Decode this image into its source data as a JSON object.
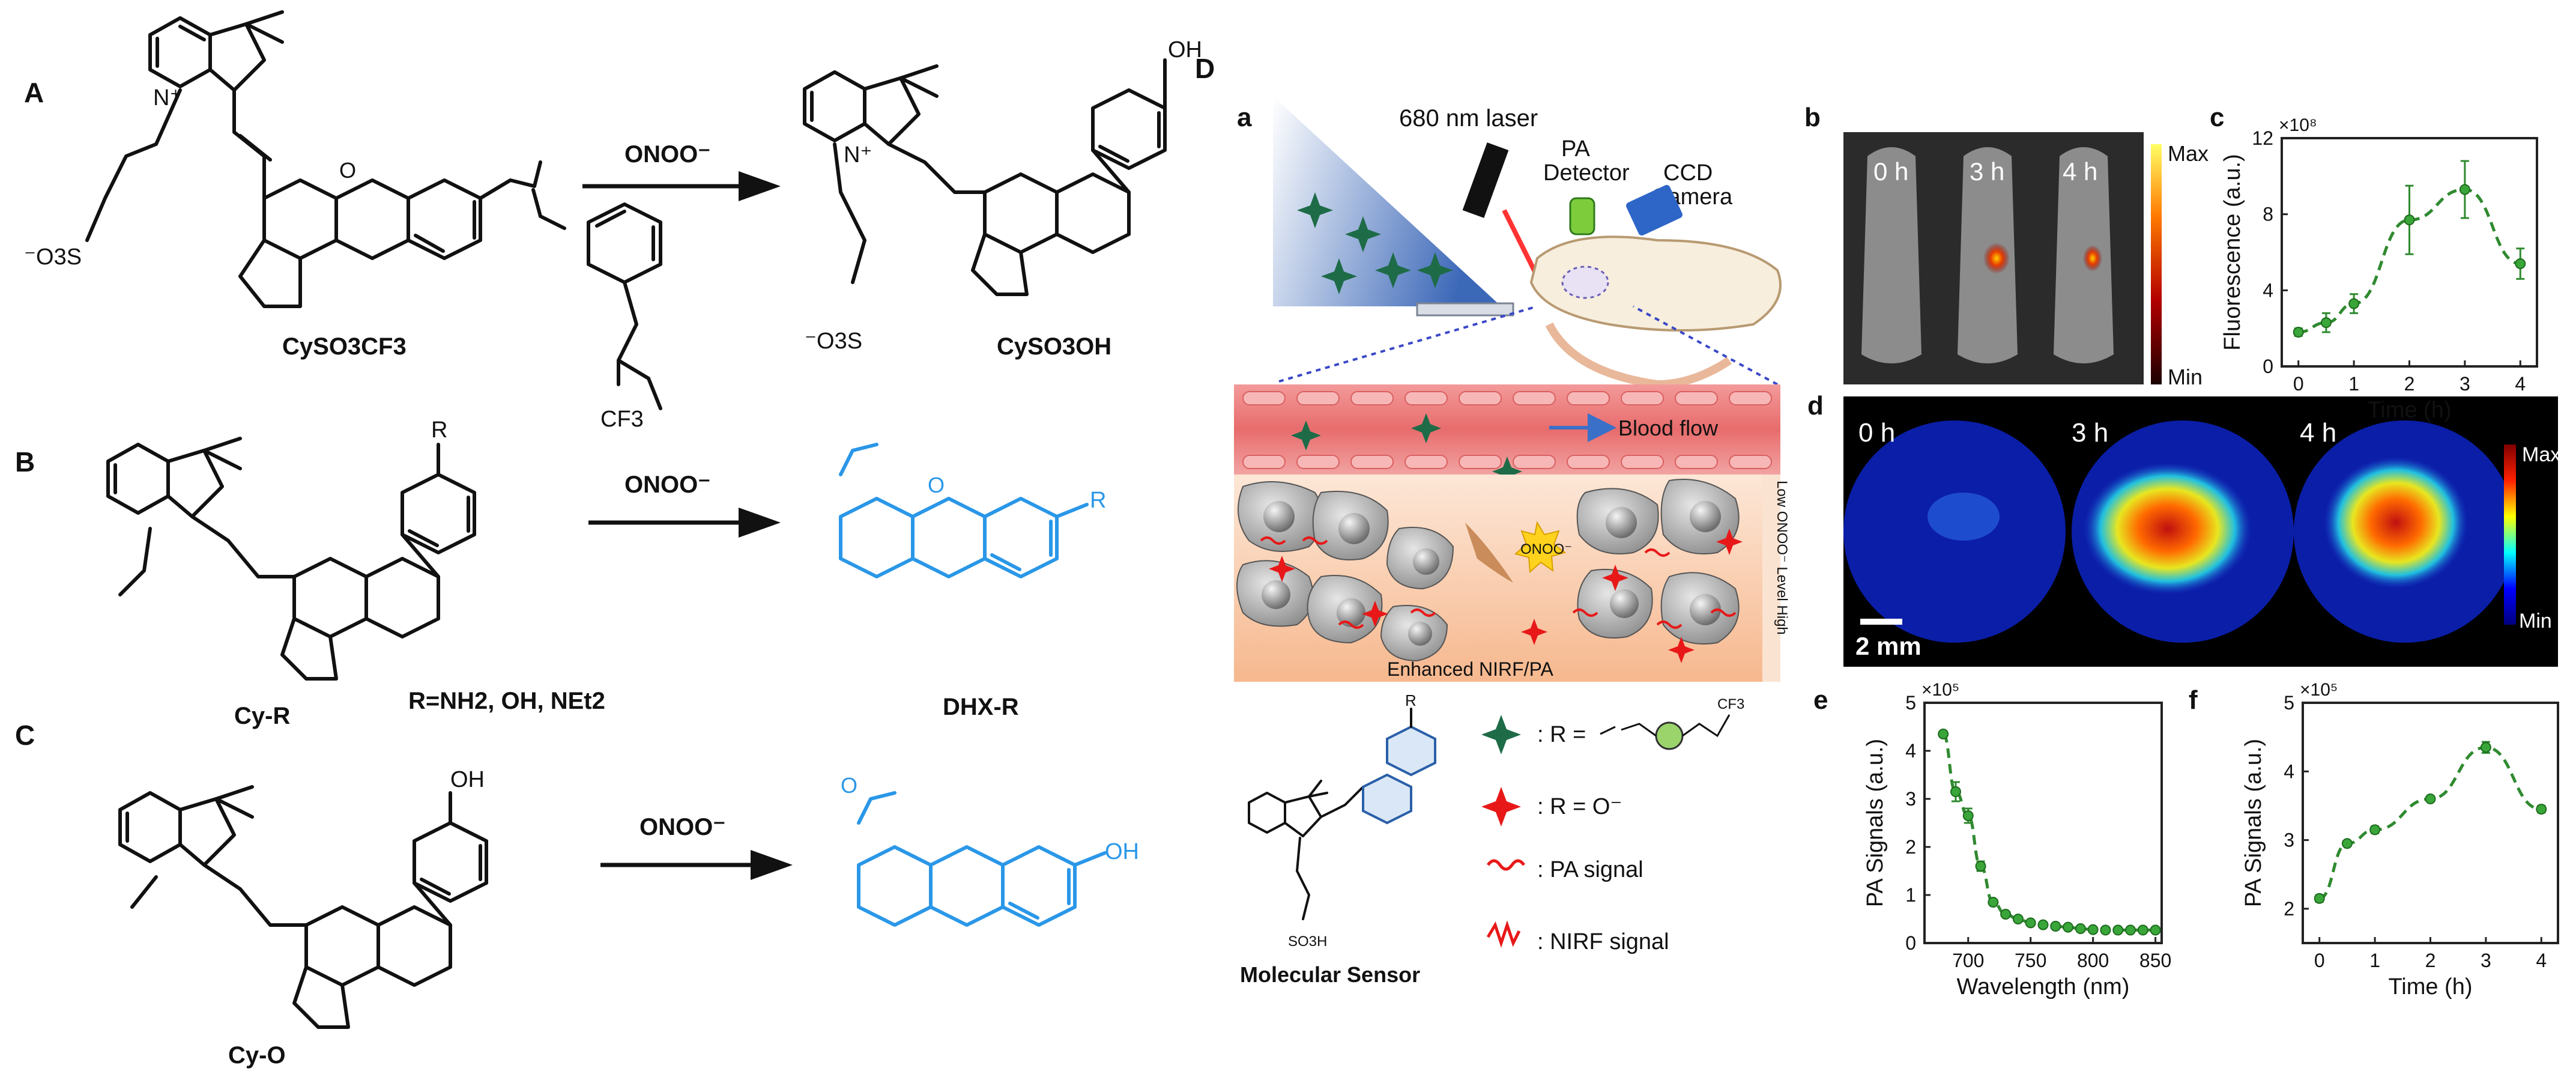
{
  "panel_labels": {
    "A": "A",
    "B": "B",
    "C": "C",
    "D": "D",
    "a": "a",
    "b": "b",
    "c": "c",
    "d": "d",
    "e": "e",
    "f": "f"
  },
  "scheme_A": {
    "reagent": "ONOO⁻",
    "reactant": "CySO3CF3",
    "product": "CySO3OH",
    "so3": "⁻O3S",
    "so3_product": "⁻O3S",
    "cf3": "CF3",
    "o": "O",
    "oh": "OH",
    "n_plus": "N⁺"
  },
  "scheme_B": {
    "reagent": "ONOO⁻",
    "reactant": "Cy-R",
    "product": "DHX-R",
    "r_def": "R=NH2, OH, NEt2",
    "r": "R",
    "r_blue": "R"
  },
  "scheme_C": {
    "reagent": "ONOO⁻",
    "reactant": "Cy-O",
    "oh": "OH",
    "oh_blue": "OH",
    "o_blue": "O"
  },
  "panel_a": {
    "laser": "680 nm laser",
    "pa": "PA",
    "detector": "Detector",
    "ccd": "CCD",
    "camera": "Camera",
    "blood_flow": "Blood flow",
    "onoo": "ONOO⁻",
    "enhanced": "Enhanced NIRF/PA",
    "side_label": "Low   ONOO⁻  Level   High",
    "legend": [
      {
        "label": ": R = ",
        "icon": "green-star"
      },
      {
        "label": ": R = O⁻",
        "icon": "red-star"
      },
      {
        "label": ": PA signal",
        "icon": "pa-wave"
      },
      {
        "label": ": NIRF signal",
        "icon": "nirf-wave"
      }
    ],
    "sensor": "Molecular Sensor",
    "so3h": "SO3H",
    "r": "R",
    "cf3": "CF3"
  },
  "panel_b": {
    "times": [
      "0 h",
      "3 h",
      "4 h"
    ],
    "max": "Max",
    "min": "Min"
  },
  "panel_d": {
    "times": [
      "0 h",
      "3 h",
      "4 h"
    ],
    "max": "Max",
    "min": "Min",
    "scale": "2 mm"
  },
  "chart_data": [
    {
      "id": "c",
      "type": "scatter",
      "xlabel": "Time (h)",
      "ylabel": "Fluorescence (a.u.)",
      "multiplier": "×10⁸",
      "xlim": [
        -0.3,
        4.3
      ],
      "ylim": [
        0,
        12
      ],
      "xticks": [
        0,
        1,
        2,
        3,
        4
      ],
      "yticks": [
        0,
        4,
        8,
        12
      ],
      "x": [
        0,
        0.5,
        1,
        2,
        3,
        4
      ],
      "y": [
        1.8,
        2.3,
        3.3,
        7.7,
        9.3,
        5.4
      ],
      "err": [
        0.2,
        0.5,
        0.5,
        1.8,
        1.5,
        0.8
      ],
      "fit": "dashed"
    },
    {
      "id": "e",
      "type": "scatter",
      "xlabel": "Wavelength (nm)",
      "ylabel": "PA Signals (a.u.)",
      "multiplier": "×10⁵",
      "xlim": [
        665,
        855
      ],
      "ylim": [
        0,
        5
      ],
      "xticks": [
        700,
        750,
        800,
        850
      ],
      "yticks": [
        0,
        1,
        2,
        3,
        4,
        5
      ],
      "x": [
        680,
        690,
        700,
        710,
        720,
        730,
        740,
        750,
        760,
        770,
        780,
        790,
        800,
        810,
        820,
        830,
        840,
        850
      ],
      "y": [
        4.35,
        3.15,
        2.65,
        1.6,
        0.85,
        0.6,
        0.5,
        0.42,
        0.38,
        0.35,
        0.33,
        0.3,
        0.28,
        0.27,
        0.27,
        0.27,
        0.27,
        0.27
      ],
      "err": [
        0.05,
        0.2,
        0.15,
        0.1,
        0.05,
        0.05,
        0,
        0,
        0,
        0,
        0,
        0,
        0,
        0,
        0,
        0,
        0,
        0
      ],
      "fit": "dashed"
    },
    {
      "id": "f",
      "type": "scatter",
      "xlabel": "Time (h)",
      "ylabel": "PA Signals (a.u.)",
      "multiplier": "×10⁵",
      "xlim": [
        -0.3,
        4.3
      ],
      "ylim": [
        1.5,
        5
      ],
      "xticks": [
        0,
        1,
        2,
        3,
        4
      ],
      "yticks": [
        2,
        3,
        4,
        5
      ],
      "x": [
        0,
        0.5,
        1,
        2,
        3,
        4
      ],
      "y": [
        2.15,
        2.95,
        3.15,
        3.6,
        4.35,
        3.45
      ],
      "err": [
        0.05,
        0.03,
        0.05,
        0.03,
        0.08,
        0.05
      ],
      "fit": "dashed"
    }
  ]
}
